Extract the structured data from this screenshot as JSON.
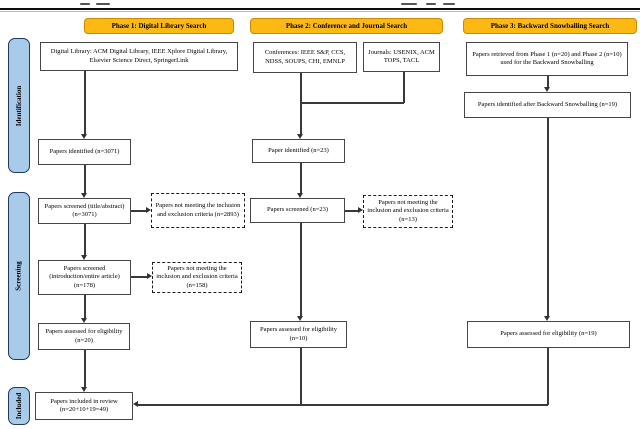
{
  "figure": {
    "sidebar": {
      "identification": "Identification",
      "screening": "Screening",
      "included": "Included"
    },
    "phase_headers": {
      "phase1": "Phase 1: Digital Library Search",
      "phase2": "Phase 2: Conference and Journal Search",
      "phase3": "Phase 3: Backward Snowballing Search"
    },
    "boxes": {
      "digital_library": "Digital Library:  ACM Digital Library, IEEE Xplore Digital Library, Elsevier Science Direct, SpringerLink",
      "conferences": "Conferences: IEEE S&P, CCS, NDSS, SOUPS, CHI, EMNLP",
      "journals": "Journals: USENIX, ACM TOPS, TACL",
      "retrieved_snowballing": "Papers retrieved from Phase 1 (n=20) and Phase 2 (n=10) used for the Backward Snowballing",
      "identified_snowballing": "Papers identified after Backward Snowballing (n=19)",
      "identified_phase1": "Papers identified (n=3071)",
      "identified_phase2": "Paper identified (n=23)",
      "screened_title_abstract": "Papers screened (title/abstract) (n=3071)",
      "excluded_2893": "Papers not meeting the inclusion and exclusion criteria (n=2893)",
      "screened_phase2": "Papers screened (n=23)",
      "excluded_13": "Papers not meeting the inclusion and exclusion criteria (n=13)",
      "screened_intro_article": "Papers screened (introduction/entire article) (n=178)",
      "excluded_158": "Papers not meeting the inclusion and exclusion criteria (n=158)",
      "assessed_phase1": "Papers assessed for eligibility (n=20)",
      "assessed_phase2": "Papers assessed for eligibility (n=10)",
      "assessed_phase3": "Papers assessed for eligibility (n=19)",
      "included_review": "Papers included in review (n=20+10+19=49)"
    },
    "colors": {
      "header_fill": "#FCB813",
      "header_border": "#C98A00",
      "sidebar_fill": "#A9CBEA",
      "sidebar_border": "#1F3864"
    }
  }
}
